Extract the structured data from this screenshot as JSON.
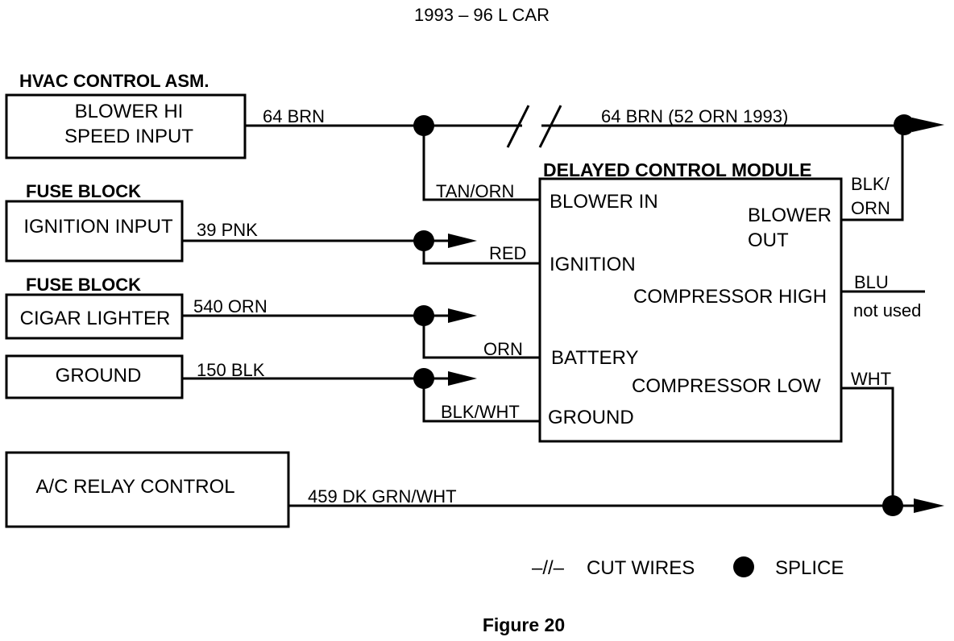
{
  "title": "1993 – 96  L CAR",
  "figure_caption": "Figure 20",
  "components": {
    "hvac": {
      "header": "HVAC CONTROL ASM.",
      "label_line1": "BLOWER HI",
      "label_line2": "SPEED INPUT"
    },
    "fuse_ign": {
      "header": "FUSE BLOCK",
      "label": "IGNITION INPUT"
    },
    "fuse_cig": {
      "header": "FUSE BLOCK",
      "label": "CIGAR LIGHTER"
    },
    "ground": {
      "label": "GROUND"
    },
    "ac_relay": {
      "label": "A/C RELAY CONTROL"
    }
  },
  "module": {
    "title": "DELAYED CONTROL MODULE",
    "pins": {
      "blower_in": "BLOWER IN",
      "blower_out_line1": "BLOWER",
      "blower_out_line2": "OUT",
      "ignition": "IGNITION",
      "compressor_high": "COMPRESSOR HIGH",
      "battery": "BATTERY",
      "compressor_low": "COMPRESSOR LOW",
      "ground": "GROUND"
    }
  },
  "wires": {
    "brn64": "64 BRN",
    "brn64_cont": "64 BRN (52 ORN 1993)",
    "tan_orn": "TAN/ORN",
    "blk_orn_line1": "BLK/",
    "blk_orn_line2": "ORN",
    "pnk39": "39 PNK",
    "red": "RED",
    "orn540": "540 ORN",
    "orn": "ORN",
    "blk150": "150 BLK",
    "blk_wht": "BLK/WHT",
    "blu": "BLU",
    "blu_note": "not used",
    "wht": "WHT",
    "grn459": "459  DK GRN/WHT"
  },
  "legend": {
    "cut_symbol": "–//–",
    "cut_label": "CUT WIRES",
    "splice_label": "SPLICE"
  }
}
